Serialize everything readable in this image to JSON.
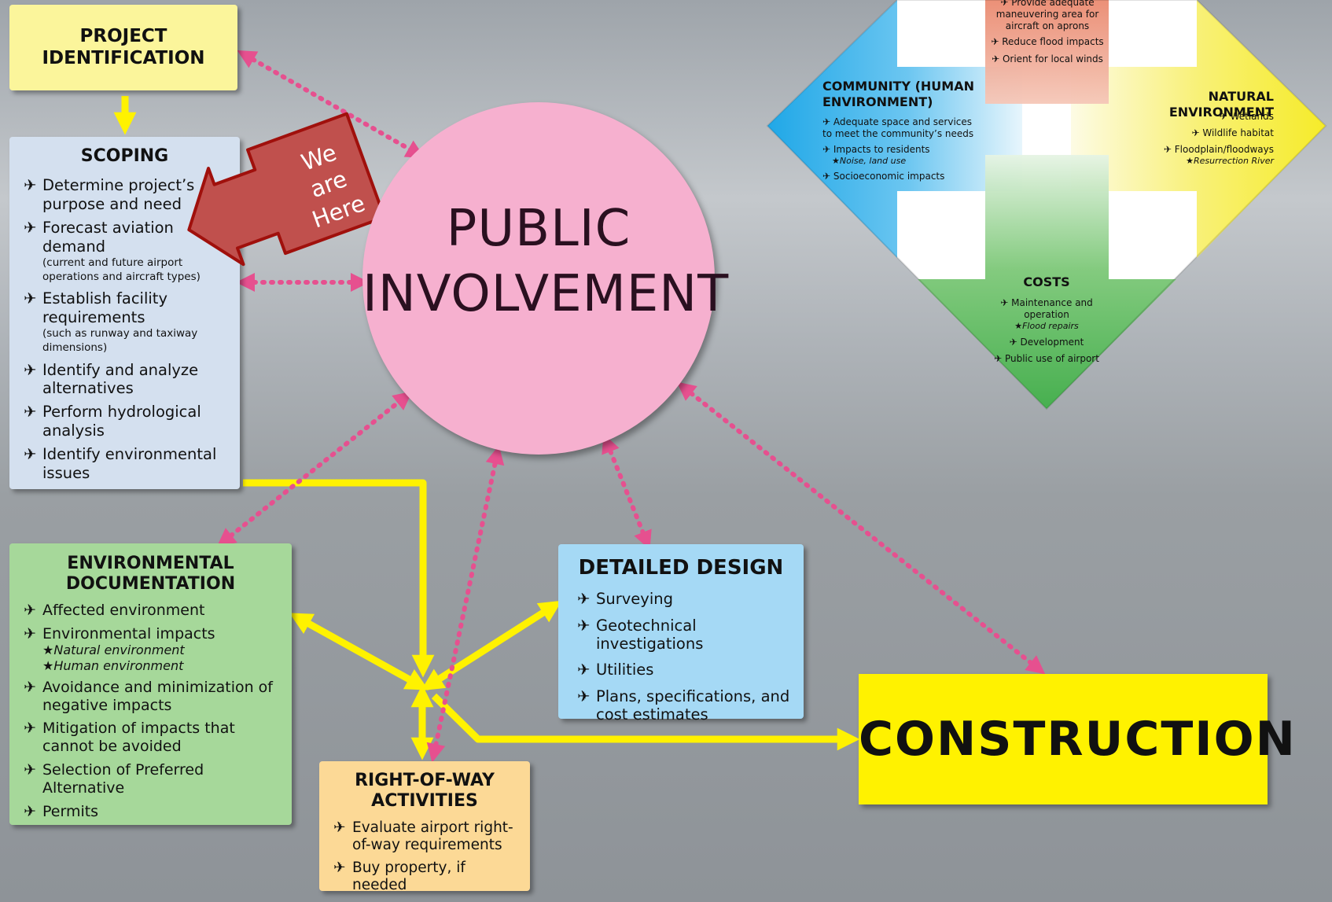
{
  "project_identification": {
    "title": "PROJECT IDENTIFICATION"
  },
  "scoping": {
    "title": "SCOPING",
    "items": [
      {
        "text": "Determine project’s purpose and need",
        "sub": ""
      },
      {
        "text": "Forecast aviation demand",
        "sub": "(current and future airport operations and aircraft types)"
      },
      {
        "text": "Establish facility requirements",
        "sub": "(such as runway and taxiway dimensions)"
      },
      {
        "text": "Identify and analyze alternatives",
        "sub": ""
      },
      {
        "text": "Perform hydrological analysis",
        "sub": ""
      },
      {
        "text": "Identify environmental issues",
        "sub": ""
      }
    ]
  },
  "we_are_here": {
    "line1": "We",
    "line2": "are",
    "line3": "Here"
  },
  "public_involvement": {
    "line1": "PUBLIC",
    "line2": "INVOLVEMENT"
  },
  "environmental_documentation": {
    "title": "ENVIRONMENTAL DOCUMENTATION",
    "items": [
      {
        "text": "Affected environment"
      },
      {
        "text": "Environmental impacts",
        "stars": [
          "Natural environment",
          "Human environment"
        ]
      },
      {
        "text": "Avoidance and minimization of negative impacts"
      },
      {
        "text": "Mitigation of impacts that cannot be avoided"
      },
      {
        "text": "Selection of Preferred Alternative"
      },
      {
        "text": "Permits"
      }
    ]
  },
  "detailed_design": {
    "title": "DETAILED DESIGN",
    "items": [
      "Surveying",
      "Geotechnical investigations",
      "Utilities",
      "Plans, specifications, and cost estimates"
    ]
  },
  "right_of_way": {
    "title": "RIGHT-OF-WAY ACTIVITIES",
    "items": [
      "Evaluate airport right-of-way requirements",
      "Buy property, if needed"
    ]
  },
  "construction": {
    "title": "CONSTRUCTION"
  },
  "balance_diagram": {
    "top": {
      "items": [
        "Provide adequate maneuvering area for aircraft on aprons",
        "Reduce flood impacts",
        "Orient for local winds"
      ]
    },
    "community": {
      "title": "COMMUNITY (HUMAN ENVIRONMENT)",
      "items": [
        "Adequate space and services to meet the community’s needs",
        "Impacts to residents",
        "Socioeconomic impacts"
      ],
      "star": "Noise, land use"
    },
    "natural": {
      "title": "NATURAL ENVIRONMENT",
      "items": [
        "Wetlands",
        "Wildlife habitat",
        "Floodplain/floodways"
      ],
      "star": "Resurrection River"
    },
    "costs": {
      "title": "COSTS",
      "items": [
        "Maintenance and operation",
        "Development",
        "Public use of airport"
      ],
      "star": "Flood repairs"
    }
  },
  "colors": {
    "project_identification": "#fbf59b",
    "scoping": "#d4e0ef",
    "environmental": "#a6d89a",
    "detailed_design": "#a5d9f5",
    "right_of_way": "#fcd996",
    "construction": "#fff200",
    "public_involvement": "#f6b0cf",
    "we_are_here": "#c0504d",
    "flow_arrow": "#fff200",
    "dotted_arrow": "#e6508f"
  },
  "icons": {
    "bullet": "airplane-icon",
    "star": "star-icon"
  }
}
